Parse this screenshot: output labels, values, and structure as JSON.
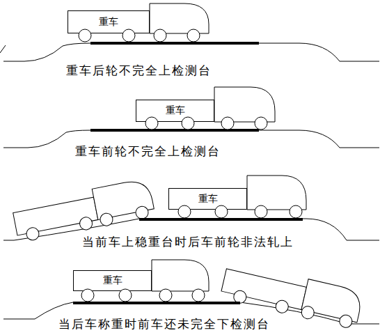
{
  "diagram": {
    "nodes": [
      {
        "text": [
          "重车"
        ]
      },
      {
        "text": [
          "重车"
        ]
      },
      {
        "text": [
          "重车"
        ]
      },
      {
        "text": [
          "重车"
        ]
      }
    ],
    "labels": [
      "重车后轮不完全上检测台",
      "重车前轮不完全上检测台",
      "当前车上稳重台时后车前轮非法轧上",
      "当后车称重时前车还未完全下检测台"
    ]
  }
}
